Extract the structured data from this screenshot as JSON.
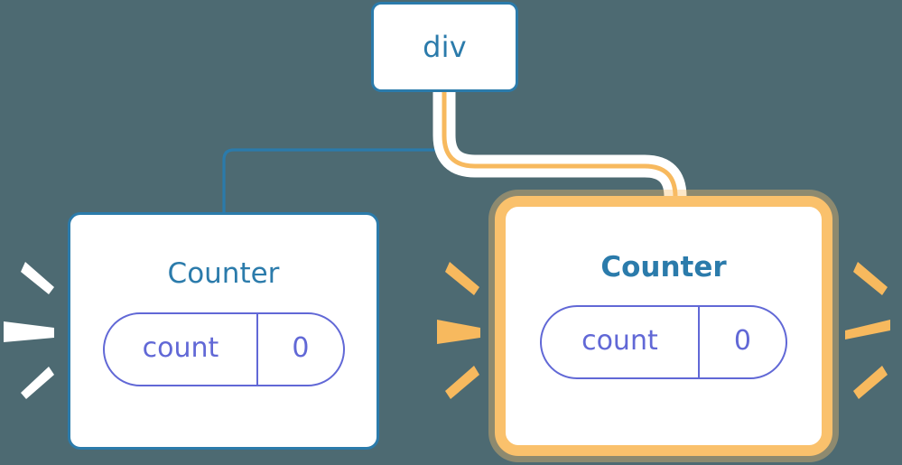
{
  "diagram": {
    "type": "component-tree",
    "background_color": "#4d6a72",
    "nodes": [
      {
        "id": "root",
        "label": "div",
        "style": "plain",
        "border_color": "#2b7bab",
        "text_color": "#2b7bab"
      },
      {
        "id": "counter-a",
        "label": "Counter",
        "style": "plain",
        "border_color": "#2b7bab",
        "text_color": "#2b7bab",
        "state": {
          "key": "count",
          "value": "0"
        },
        "state_color": "#6168d6",
        "highlighted": "false",
        "sparkle_color": "#ffffff"
      },
      {
        "id": "counter-b",
        "label": "Counter",
        "style": "highlighted",
        "border_color": "#fac16c",
        "text_color": "#2b7bab",
        "state": {
          "key": "count",
          "value": "0"
        },
        "state_color": "#6168d6",
        "highlighted": "true",
        "sparkle_color": "#f7b95e"
      }
    ],
    "edges": [
      {
        "from": "root",
        "to": "counter-a",
        "color": "#2b7bab",
        "style": "thin"
      },
      {
        "from": "root",
        "to": "counter-b",
        "color": "#f7b95e",
        "style": "highlighted-halo"
      }
    ],
    "sparkle_groups": [
      {
        "id": "left-of-counter-a",
        "color": "#ffffff",
        "rays": 3
      },
      {
        "id": "right-of-counter-a",
        "color": "#f7b95e",
        "rays": 3
      },
      {
        "id": "right-of-counter-b",
        "color": "#f7b95e",
        "rays": 3
      }
    ]
  }
}
